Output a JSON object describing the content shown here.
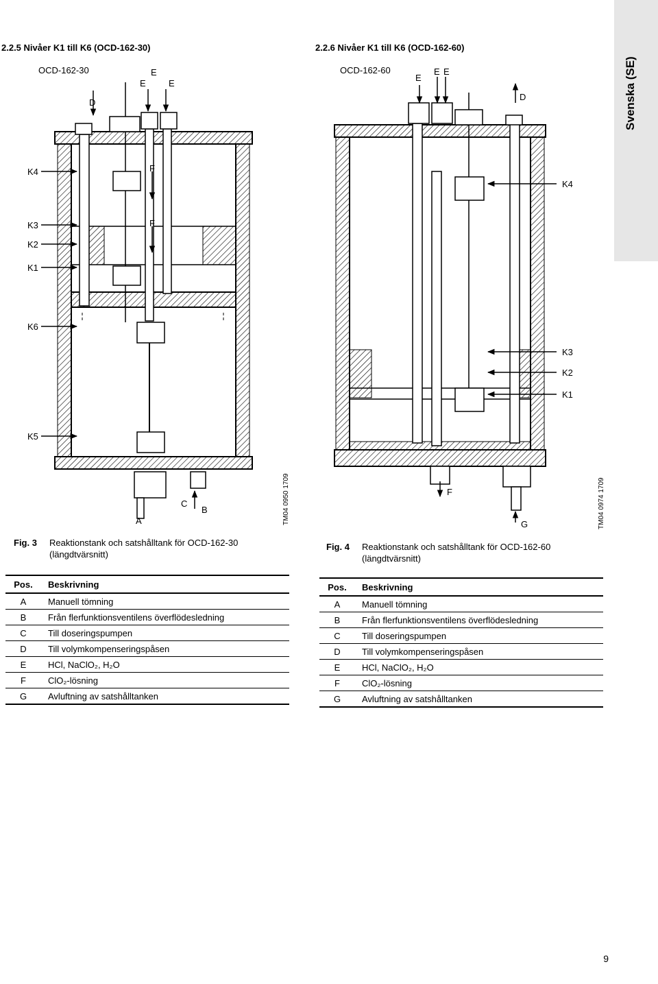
{
  "section_left_title": "2.2.5 Nivåer K1 till K6 (OCD-162-30)",
  "section_right_title": "2.2.6 Nivåer K1 till K6 (OCD-162-60)",
  "side_tab": "Svenska (SE)",
  "fig3": {
    "model": "OCD-162-30",
    "labels": {
      "D": "D",
      "E1": "E",
      "E2": "E",
      "E3": "E",
      "K4": "K4",
      "K3": "K3",
      "K2": "K2",
      "K1": "K1",
      "K6": "K6",
      "K5": "K5",
      "F1": "F",
      "F2": "F",
      "A": "A",
      "B": "B",
      "C": "C"
    },
    "tm_code": "TM04 0950 1709",
    "caption_label": "Fig. 3",
    "caption_text": "Reaktionstank och satshålltank för OCD-162-30 (längdtvärsnitt)"
  },
  "fig4": {
    "model": "OCD-162-60",
    "labels": {
      "E1": "E",
      "E2": "E",
      "E3": "E",
      "D": "D",
      "K4": "K4",
      "K3": "K3",
      "K2": "K2",
      "K1": "K1",
      "F": "F",
      "G": "G"
    },
    "tm_code": "TM04 0974 1709",
    "caption_label": "Fig. 4",
    "caption_text": "Reaktionstank och satshålltank för OCD-162-60 (längdtvärsnitt)"
  },
  "table_left": {
    "headers": [
      "Pos.",
      "Beskrivning"
    ],
    "rows": [
      {
        "pos": "A",
        "desc": "Manuell tömning"
      },
      {
        "pos": "B",
        "desc": "Från flerfunktionsventilens överflödesledning"
      },
      {
        "pos": "C",
        "desc": "Till doseringspumpen"
      },
      {
        "pos": "D",
        "desc": "Till volymkompenseringspåsen"
      },
      {
        "pos": "E",
        "desc": "HCl, NaClO₂, H₂O"
      },
      {
        "pos": "F",
        "desc": "ClO₂-lösning"
      },
      {
        "pos": "G",
        "desc": "Avluftning av satshålltanken"
      }
    ]
  },
  "table_right": {
    "headers": [
      "Pos.",
      "Beskrivning"
    ],
    "rows": [
      {
        "pos": "A",
        "desc": "Manuell tömning"
      },
      {
        "pos": "B",
        "desc": "Från flerfunktionsventilens överflödesledning"
      },
      {
        "pos": "C",
        "desc": "Till doseringspumpen"
      },
      {
        "pos": "D",
        "desc": "Till volymkompenseringspåsen"
      },
      {
        "pos": "E",
        "desc": "HCl, NaClO₂, H₂O"
      },
      {
        "pos": "F",
        "desc": "ClO₂-lösning"
      },
      {
        "pos": "G",
        "desc": "Avluftning av satshålltanken"
      }
    ]
  },
  "page_number": "9"
}
